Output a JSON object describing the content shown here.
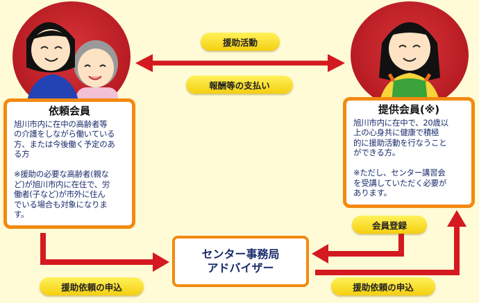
{
  "colors": {
    "background": "#fefbd6",
    "accent_orange": "#f28a12",
    "arrow_red": "#d41920",
    "circle_red": "#c1262c",
    "pill_yellow": "#f9e02a",
    "text_navy": "#1a2c6b"
  },
  "requester": {
    "title": "依頼会員",
    "body": "旭川市内に在中の高齢者等\nの介護をしながら働いている\n方、または今後働く予定のあ\nる方\n\n※援助の必要な高齢者(親な\nど)が旭川市内に在住で、労\n働者(子など)が市外に住ん\nでいる場合も対象になりま\nす。",
    "icon": "requester-caregiver-and-elderly-icon"
  },
  "provider": {
    "title": "提供会員(※)",
    "body": "旭川市内に在中で、20歳以\n上の心身共に健康で積極\n的に援助活動を行なうこと\nができる方。\n\n※ただし、センター講習会\nを受講していただく必要が\nあります。",
    "icon": "provider-woman-apron-icon"
  },
  "center": {
    "label": "センター事務局\nアドバイザー"
  },
  "labels": {
    "support_activity": "援助活動",
    "payment": "報酬等の支払い",
    "member_registration": "会員登録",
    "request_left": "援助依頼の申込",
    "request_right": "援助依頼の申込"
  }
}
